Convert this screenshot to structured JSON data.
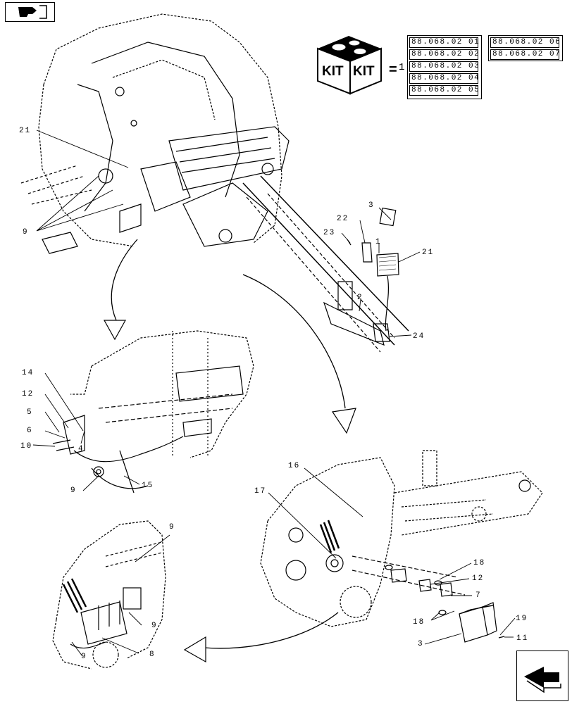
{
  "kit": {
    "icon_labels": [
      "KIT",
      "KIT"
    ],
    "equals": "=",
    "count": "1",
    "codes": [
      "88.068.02 01",
      "88.068.02 02",
      "88.068.02 03",
      "88.068.02 04",
      "88.068.02 05",
      "88.068.02 06",
      "88.068.02 07"
    ]
  },
  "callouts": {
    "c21a": "21",
    "c9a": "9",
    "c3a": "3",
    "c22": "22",
    "c23": "23",
    "c1": "1",
    "c21b": "21",
    "c2": "2",
    "c24": "24",
    "c14": "14",
    "c12a": "12",
    "c5": "5",
    "c6": "6",
    "c10": "10",
    "c4": "4",
    "c9b": "9",
    "c15": "15",
    "c9c": "9",
    "c9d": "9",
    "c8": "8",
    "c9e": "9",
    "c16": "16",
    "c17": "17",
    "c18a": "18",
    "c12b": "12",
    "c7": "7",
    "c18b": "18",
    "c19": "19",
    "c3b": "3",
    "c11": "11"
  },
  "icons": {
    "top_nav": "previous-page-arrow-icon",
    "bottom_nav": "next-page-arrow-icon",
    "kit": "kit-box-icon"
  }
}
